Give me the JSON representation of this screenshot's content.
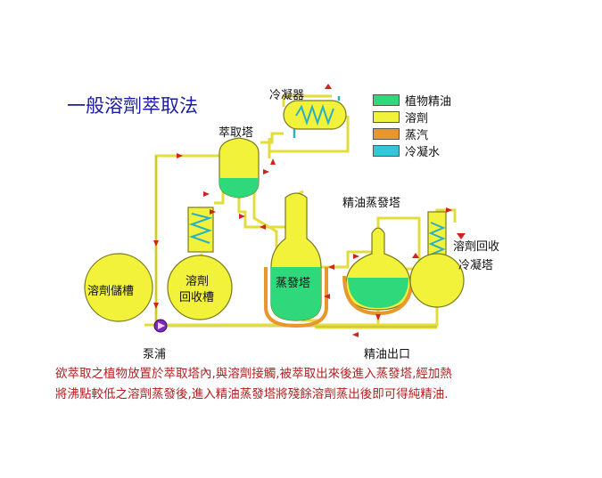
{
  "title": "一般溶劑萃取法",
  "legend": [
    {
      "label": "植物精油",
      "color": "#2fd87a"
    },
    {
      "label": "溶劑",
      "color": "#f2f23a"
    },
    {
      "label": "蒸汽",
      "color": "#e8962e"
    },
    {
      "label": "冷凝水",
      "color": "#33c6d6"
    }
  ],
  "labels": {
    "condenser": "冷凝器",
    "extraction_tower": "萃取塔",
    "oil_evaporator": "精油蒸發塔",
    "solvent_recovery_condenser_1": "溶劑回收",
    "solvent_recovery_condenser_2": "冷凝塔",
    "solvent_storage": "溶劑儲槽",
    "solvent_recovery_tank_1": "溶劑",
    "solvent_recovery_tank_2": "回收槽",
    "evaporator": "蒸發塔",
    "pump": "泵浦",
    "oil_outlet": "精油出口"
  },
  "description": [
    "欲萃取之植物放置於萃取塔內,與溶劑接觸,被萃取出來後進入蒸發塔,經加熱",
    "將沸點較低之溶劑蒸發後,進入精油蒸發塔將殘餘溶劑蒸出後即可得純精油."
  ]
}
